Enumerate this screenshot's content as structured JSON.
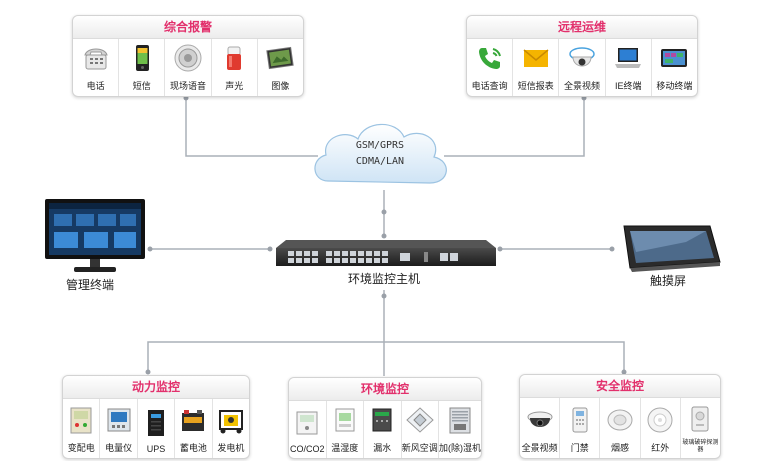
{
  "cloud": {
    "line1": "GSM/GPRS",
    "line2": "CDMA/LAN"
  },
  "host": {
    "label": "环境监控主机"
  },
  "terminal": {
    "label": "管理终端"
  },
  "touchscreen": {
    "label": "触摸屏"
  },
  "alarm": {
    "title": "综合报警",
    "items": [
      {
        "label": "电话",
        "icon": "telephone-icon"
      },
      {
        "label": "短信",
        "icon": "mobile-phone-icon"
      },
      {
        "label": "现场语音",
        "icon": "speaker-icon"
      },
      {
        "label": "声光",
        "icon": "siren-light-icon"
      },
      {
        "label": "图像",
        "icon": "image-display-icon"
      }
    ]
  },
  "remote": {
    "title": "远程运维",
    "items": [
      {
        "label": "电话查询",
        "icon": "phone-call-icon"
      },
      {
        "label": "短信报表",
        "icon": "envelope-icon"
      },
      {
        "label": "全景视频",
        "icon": "360-camera-icon"
      },
      {
        "label": "IE终端",
        "icon": "laptop-icon"
      },
      {
        "label": "移动终端",
        "icon": "tablet-icon"
      }
    ]
  },
  "power": {
    "title": "动力监控",
    "items": [
      {
        "label": "变配电",
        "icon": "power-distribution-icon"
      },
      {
        "label": "电量仪",
        "icon": "power-meter-icon"
      },
      {
        "label": "UPS",
        "icon": "ups-icon"
      },
      {
        "label": "蓄电池",
        "icon": "battery-icon"
      },
      {
        "label": "发电机",
        "icon": "generator-icon"
      }
    ]
  },
  "environment": {
    "title": "环境监控",
    "items": [
      {
        "label": "CO/CO2",
        "icon": "gas-sensor-icon"
      },
      {
        "label": "温湿度",
        "icon": "thermo-hygrometer-icon"
      },
      {
        "label": "漏水",
        "icon": "water-leak-sensor-icon"
      },
      {
        "label": "新风空调",
        "icon": "air-conditioner-icon"
      },
      {
        "label": "加(除)湿机",
        "icon": "dehumidifier-icon"
      }
    ]
  },
  "security": {
    "title": "安全监控",
    "items": [
      {
        "label": "全景视频",
        "icon": "dome-camera-icon"
      },
      {
        "label": "门禁",
        "icon": "access-control-icon"
      },
      {
        "label": "烟感",
        "icon": "smoke-detector-icon"
      },
      {
        "label": "红外",
        "icon": "infrared-sensor-icon"
      },
      {
        "label": "玻璃破碎探测器",
        "icon": "glass-break-detector-icon"
      }
    ]
  }
}
